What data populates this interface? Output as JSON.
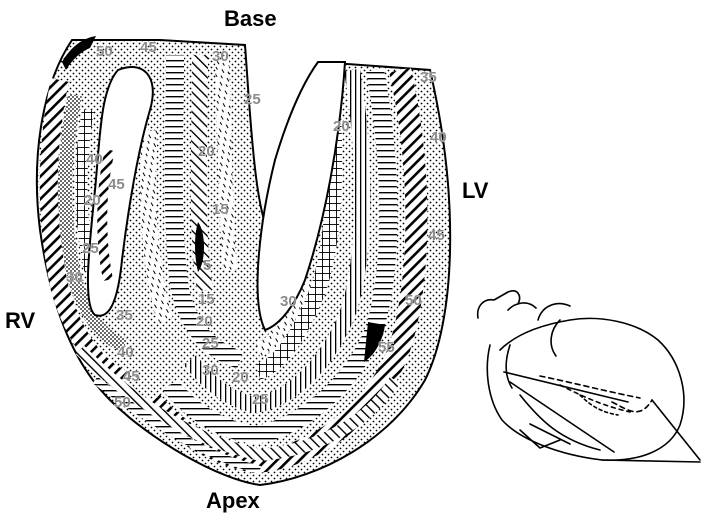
{
  "labels": {
    "base": "Base",
    "apex": "Apex",
    "rv": "RV",
    "lv": "LV"
  },
  "isochrone_times": [
    "50",
    "45",
    "30",
    "25",
    "20",
    "20",
    "35",
    "40",
    "40",
    "20",
    "45",
    "15",
    "45",
    "25",
    "30",
    "35",
    "15",
    "20",
    "25",
    "30",
    "20",
    "25",
    "30",
    "40",
    "45",
    "50",
    "50",
    "55",
    "5"
  ],
  "colors": {
    "ink": "#000000",
    "label_gray": "#8a8a8a",
    "background": "#ffffff"
  }
}
